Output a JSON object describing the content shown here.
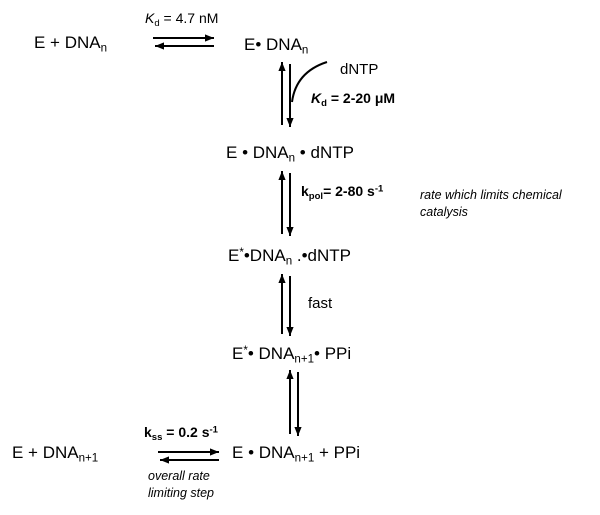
{
  "species": {
    "e_plus_dna_n": {
      "pre": "E + DNA",
      "sub": "n"
    },
    "e_dna_n": {
      "pre": "E",
      "dot": "•",
      "text": " DNA",
      "sub": "n"
    },
    "e_dna_n_dntp": {
      "pre": "E",
      "dot1": " • ",
      "text": "DNA",
      "sub": "n",
      "dot2": " • ",
      "post": "dNTP"
    },
    "estar_dna_n_dntp": {
      "pre": "E",
      "sup": "*",
      "dot1": "•",
      "text": "DNA",
      "sub": "n",
      "dot2": " .•",
      "post": "dNTP"
    },
    "estar_dna_n1_ppi": {
      "pre": "E",
      "sup": "*",
      "dot1": "•",
      "text": " DNA",
      "sub": "n+1",
      "dot2": "•",
      "post": " PPi"
    },
    "e_plus_dna_n1": {
      "pre": "E + DNA",
      "sub": "n+1"
    },
    "e_dna_n1_plus_ppi": {
      "pre": "E",
      "dot": " • ",
      "text": "DNA",
      "sub": "n+1",
      "post": "  +  PPi"
    }
  },
  "labels": {
    "kd_top": {
      "k": "K",
      "sub": "d",
      "rest": " = 4.7 nM"
    },
    "dntp_in": "dNTP",
    "kd_dntp": {
      "k": "K",
      "sub": "d",
      "rest": " = 2-20 μM"
    },
    "kpol": {
      "k": "k",
      "sub": "pol",
      "rest": "= 2-80 s",
      "sup": "-1"
    },
    "kpol_note_1": "rate which limits chemical",
    "kpol_note_2": "catalysis",
    "fast": "fast",
    "kss": {
      "k": "k",
      "sub": "ss",
      "rest": " = 0.2 s",
      "sup": "-1"
    },
    "kss_note_1": "overall rate",
    "kss_note_2": "limiting step"
  },
  "colors": {
    "ink": "#000000",
    "background": "#ffffff"
  }
}
